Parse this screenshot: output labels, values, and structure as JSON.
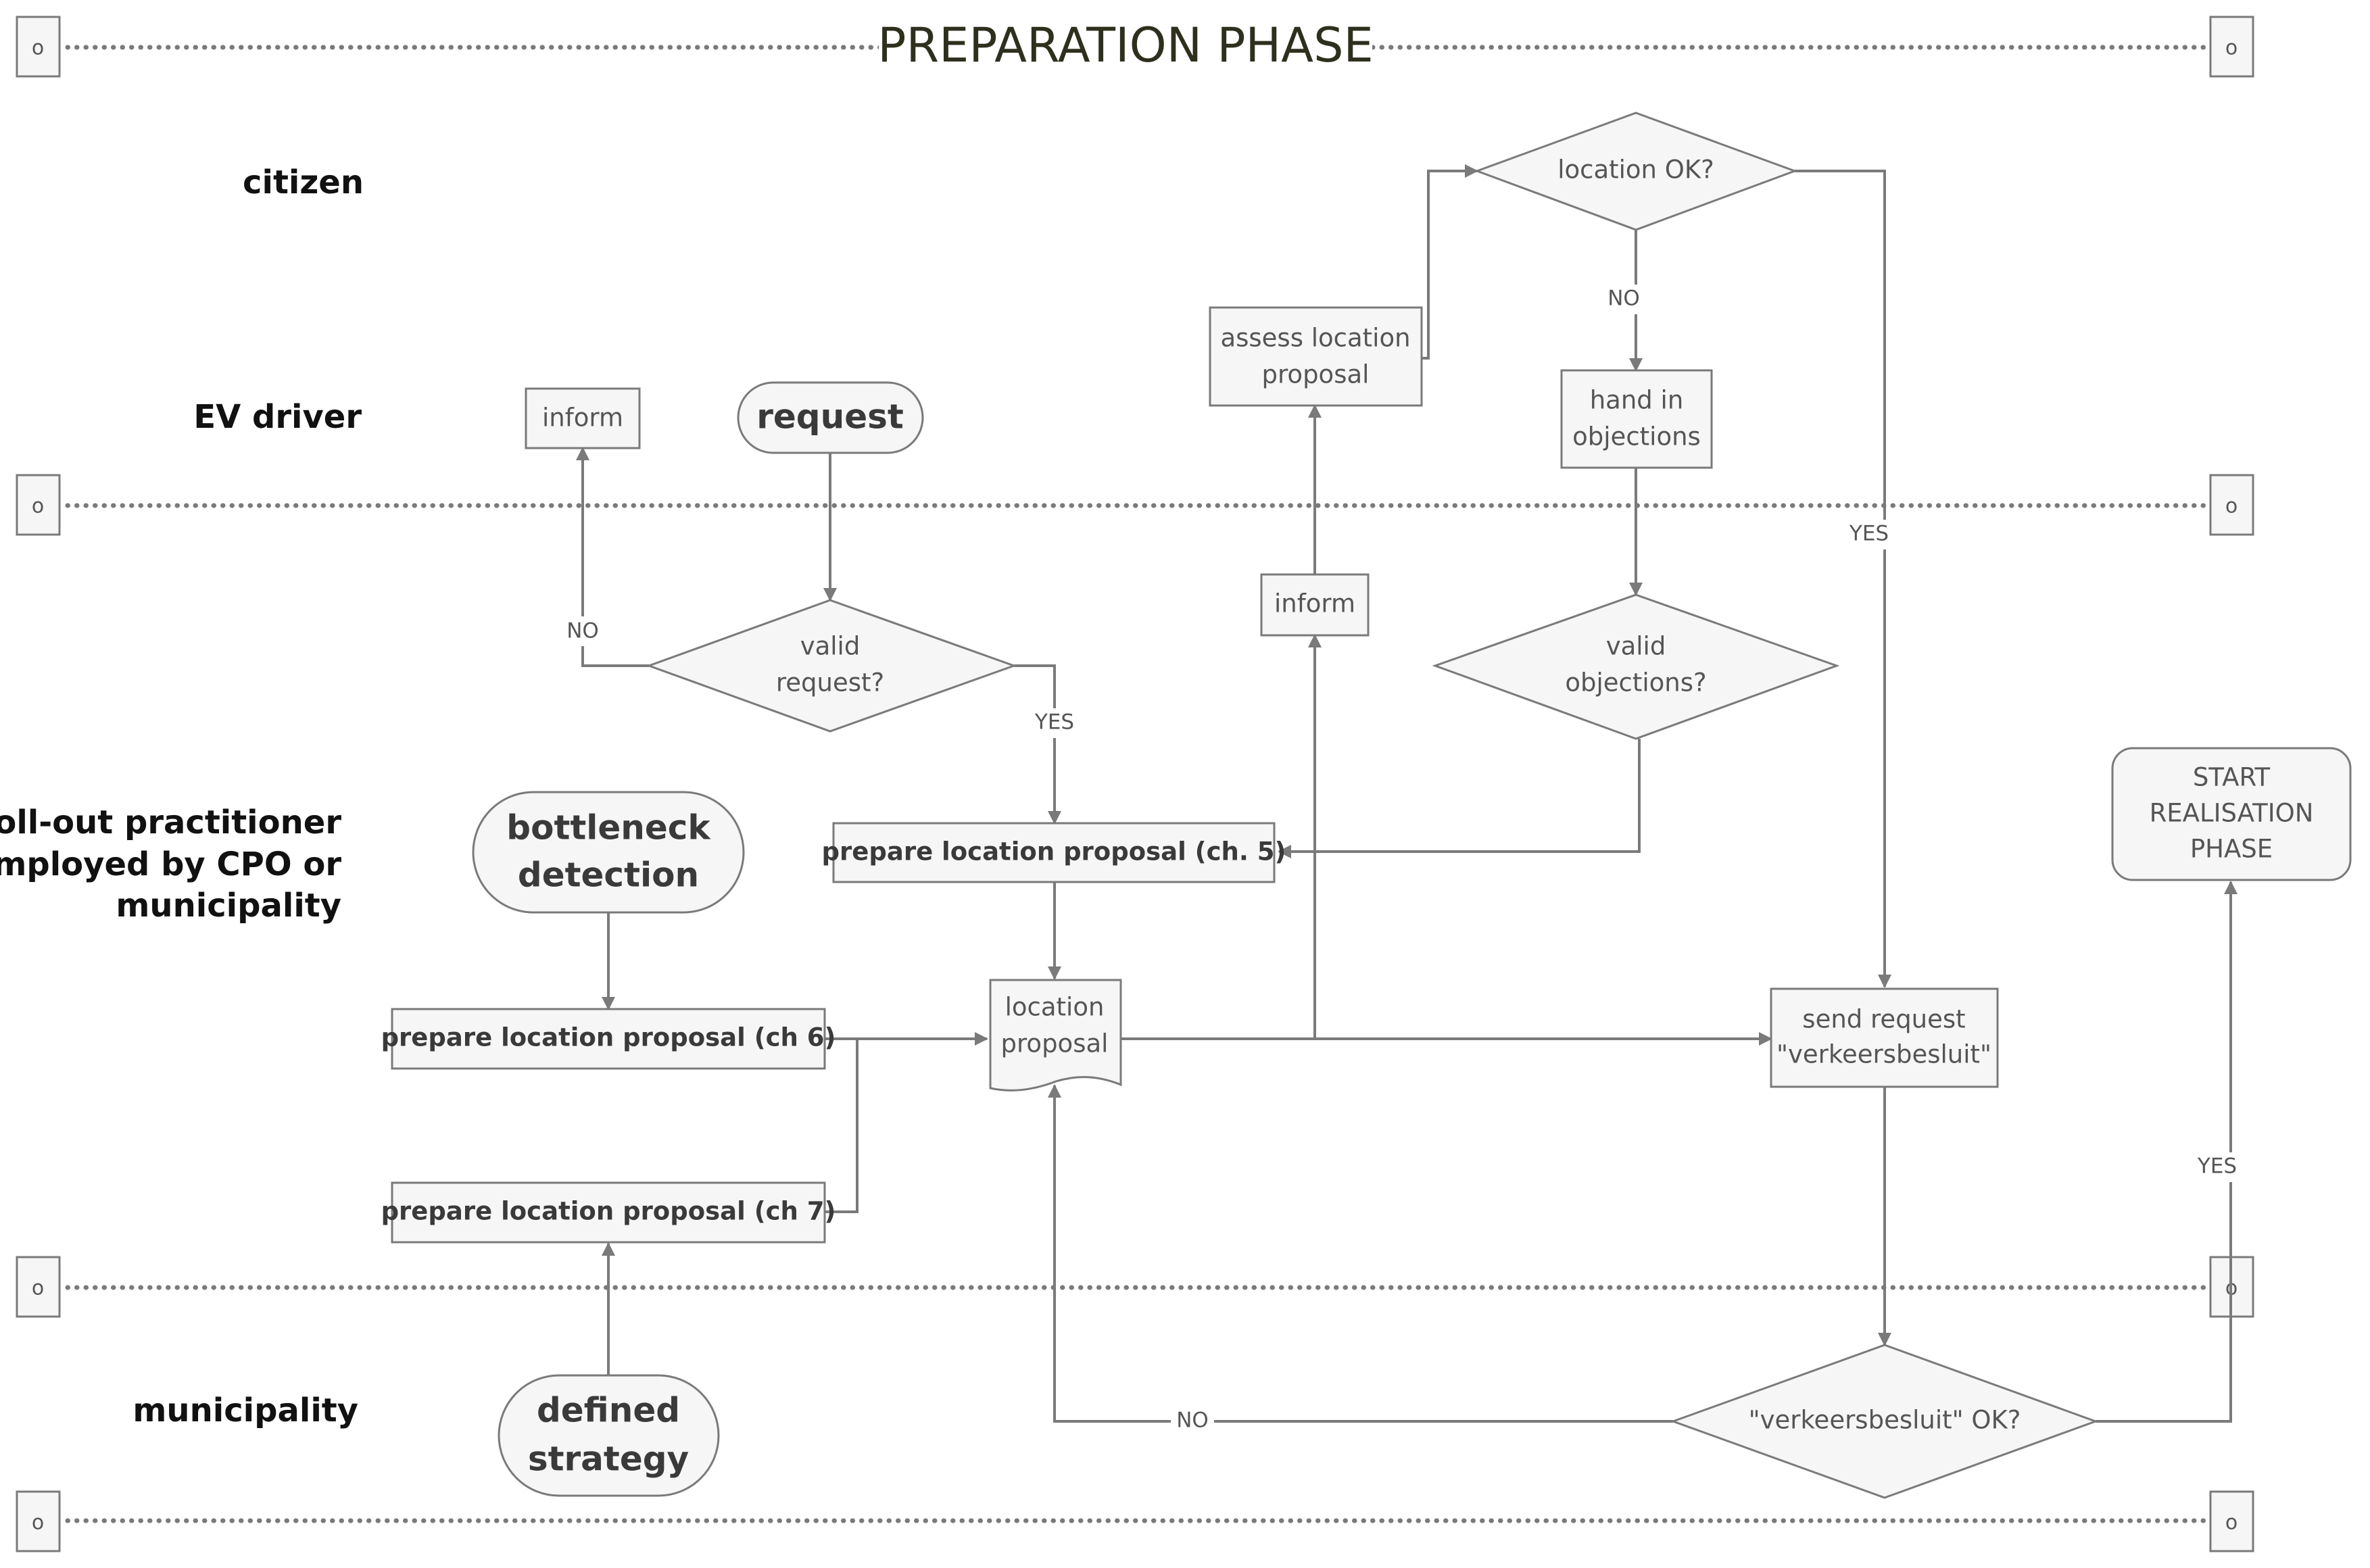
{
  "title": "PREPARATION PHASE",
  "lanes": {
    "citizen": "citizen",
    "ev_driver": "EV driver",
    "practitioner_line1": "roll-out practitioner",
    "practitioner_line2": "employed by CPO or",
    "practitioner_line3": "municipality",
    "municipality": "municipality"
  },
  "marker_label": "o",
  "nodes": {
    "inform_top": "inform",
    "request": "request",
    "valid_request_line1": "valid",
    "valid_request_line2": "request?",
    "bottleneck_line1": "bottleneck",
    "bottleneck_line2": "detection",
    "prep_ch5": "prepare location proposal (ch. 5)",
    "prep_ch6": "prepare location proposal (ch 6)",
    "prep_ch7": "prepare location proposal (ch 7)",
    "defined_strategy_line1": "defined",
    "defined_strategy_line2": "strategy",
    "location_proposal_line1": "location",
    "location_proposal_line2": "proposal",
    "inform_mid": "inform",
    "assess_line1": "assess location",
    "assess_line2": "proposal",
    "location_ok": "location OK?",
    "hand_in_line1": "hand in",
    "hand_in_line2": "objections",
    "valid_objections_line1": "valid",
    "valid_objections_line2": "objections?",
    "send_request_line1": "send request",
    "send_request_line2": "\"verkeersbesluit\"",
    "verkeersbesluit_ok": "\"verkeersbesluit\" OK?",
    "start_line1": "START",
    "start_line2": "REALISATION",
    "start_line3": "PHASE"
  },
  "edge_labels": {
    "no_valid_request": "NO",
    "yes_valid_request": "YES",
    "no_location_ok": "NO",
    "yes_location_ok": "YES",
    "no_verkeersbesluit": "NO",
    "yes_verkeersbesluit": "YES"
  }
}
